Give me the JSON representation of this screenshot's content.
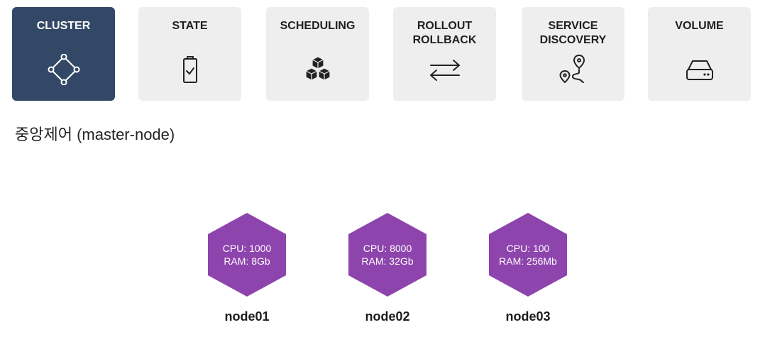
{
  "colors": {
    "active_tab_bg": "#334866",
    "tab_bg": "#eeeeee",
    "hex_fill": "#8e44ad"
  },
  "tabs": [
    {
      "label": "CLUSTER",
      "icon": "cluster-icon",
      "active": true
    },
    {
      "label": "STATE",
      "icon": "clipboard-check-icon",
      "active": false
    },
    {
      "label": "SCHEDULING",
      "icon": "boxes-icon",
      "active": false
    },
    {
      "label": "ROLLOUT\nROLLBACK",
      "icon": "swap-arrows-icon",
      "active": false
    },
    {
      "label": "SERVICE\nDISCOVERY",
      "icon": "route-pin-icon",
      "active": false
    },
    {
      "label": "VOLUME",
      "icon": "hard-drive-icon",
      "active": false
    }
  ],
  "section_title": "중앙제어 (master-node)",
  "nodes": [
    {
      "name": "node01",
      "cpu": "CPU: 1000",
      "ram": "RAM: 8Gb"
    },
    {
      "name": "node02",
      "cpu": "CPU: 8000",
      "ram": "RAM: 32Gb"
    },
    {
      "name": "node03",
      "cpu": "CPU: 100",
      "ram": "RAM: 256Mb"
    }
  ]
}
